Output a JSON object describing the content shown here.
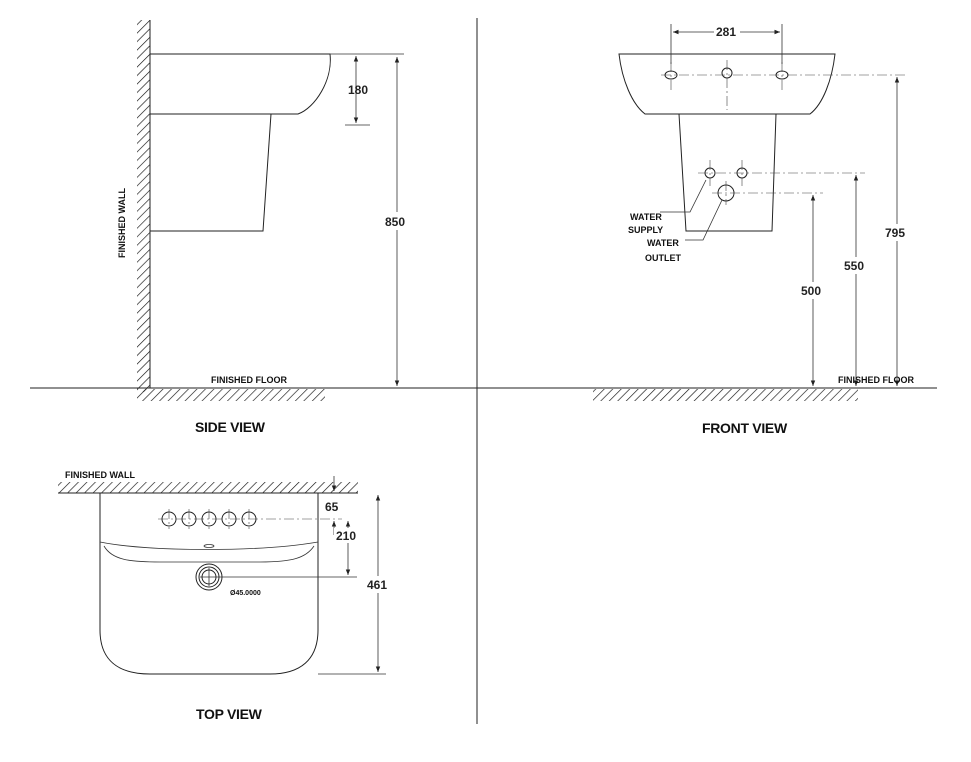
{
  "views": {
    "side": {
      "title": "SIDE VIEW",
      "wall_label": "FINISHED WALL",
      "floor_label": "FINISHED FLOOR",
      "dim_height": "850",
      "dim_basin": "180"
    },
    "front": {
      "title": "FRONT VIEW",
      "floor_label": "FINISHED FLOOR",
      "dim_holes": "281",
      "dim_total": "795",
      "dim_supply": "550",
      "dim_outlet": "500",
      "label_supply_1": "WATER",
      "label_supply_2": "SUPPLY",
      "label_outlet_1": "WATER",
      "label_outlet_2": "OUTLET"
    },
    "top": {
      "title": "TOP VIEW",
      "wall_label": "FINISHED WALL",
      "dim_holes": "65",
      "dim_drain": "210",
      "dim_depth": "461",
      "drain_dia": "Ø45.0000"
    }
  }
}
